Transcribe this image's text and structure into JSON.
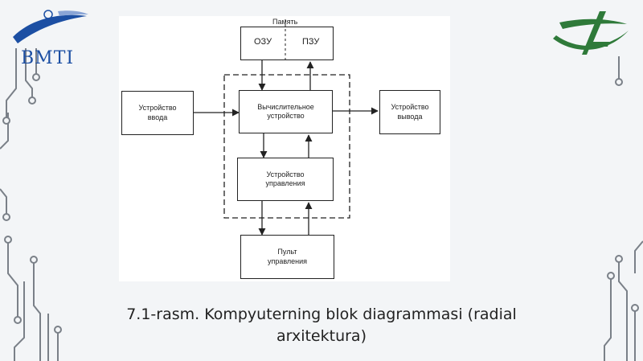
{
  "diagram": {
    "memory": {
      "label": "Память",
      "ram": "ОЗУ",
      "rom": "ПЗУ"
    },
    "input_device": "Устройство\nввода",
    "compute_unit": "Вычислительное\nустройство",
    "output_device": "Устройство\nвывода",
    "control_unit": "Устройство\nуправления",
    "control_panel": "Пульт\nуправления"
  },
  "caption": "7.1-rasm. Kompyuterning blok diagrammasi (radial\narxitektura)",
  "colors": {
    "logo_blue": "#1c4fa3",
    "logo_green": "#2f7a3a",
    "decor_gray": "#7a8088",
    "line": "#222222"
  }
}
